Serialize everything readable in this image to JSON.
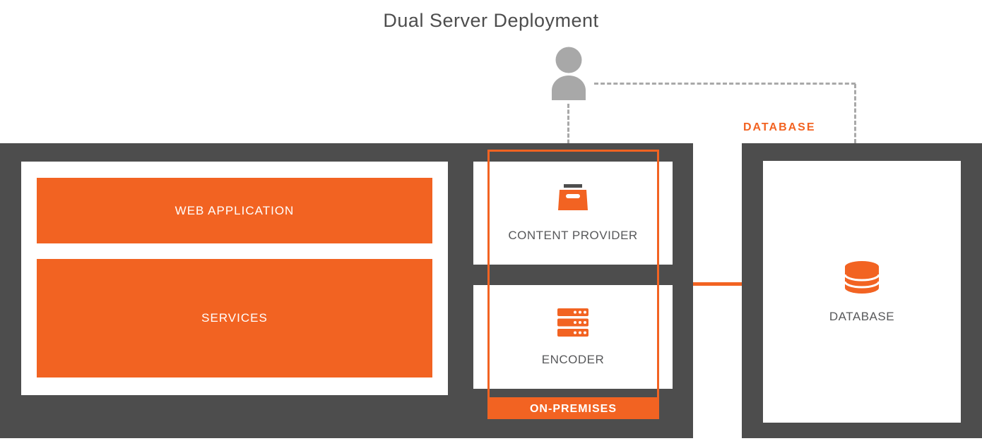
{
  "title": "Dual Server Deployment",
  "colors": {
    "accent_orange": "#F26322",
    "server_dark": "#4D4D4D",
    "user_gray": "#A8A8A8",
    "dashed_line_gray": "#A9A9A9",
    "label_gray": "#57585A"
  },
  "icons": {
    "user": "person-silhouette",
    "content_provider": "archive-box",
    "encoder": "server-stack",
    "database": "database-cylinder"
  },
  "left_server": {
    "blocks": [
      {
        "label": "WEB APPLICATION"
      },
      {
        "label": "SERVICES"
      }
    ]
  },
  "on_premises": {
    "label": "ON-PREMISES",
    "content_provider_label": "CONTENT PROVIDER",
    "encoder_label": "ENCODER"
  },
  "database": {
    "header_label": "DATABASE",
    "node_label": "DATABASE"
  }
}
